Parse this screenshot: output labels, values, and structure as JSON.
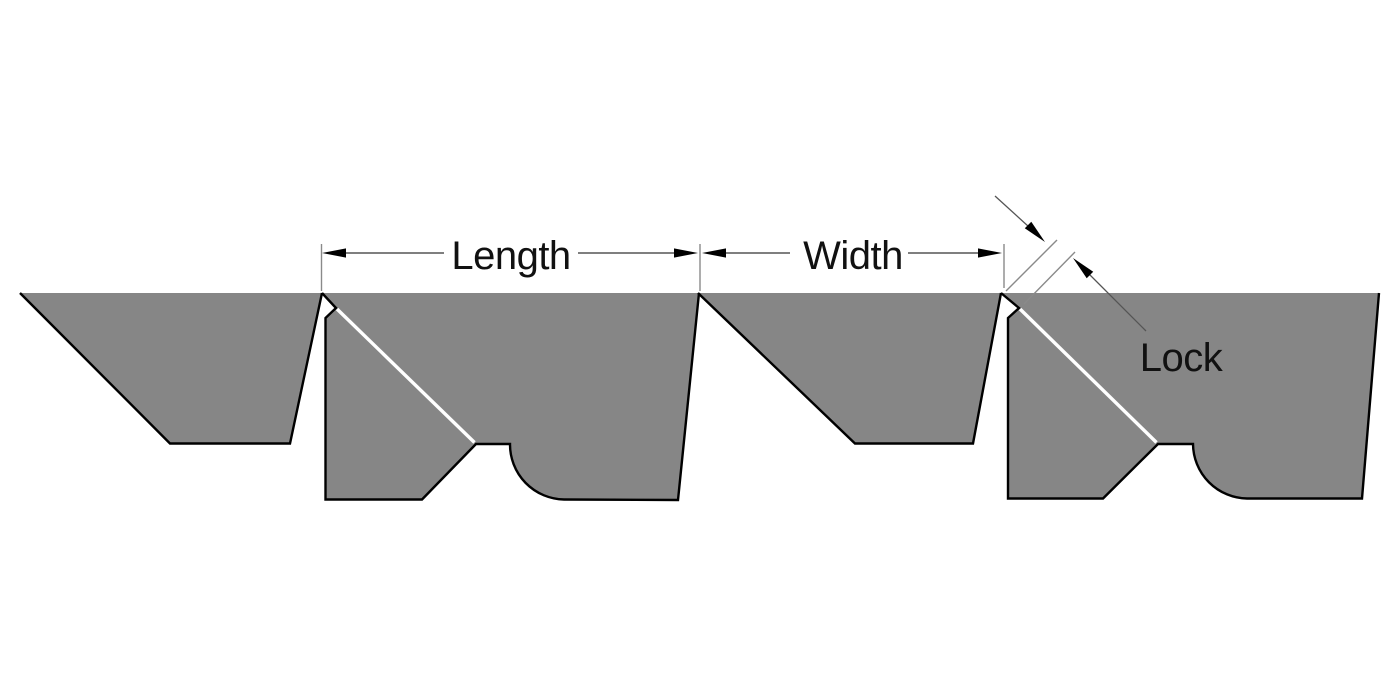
{
  "figure": {
    "kind": "dimensioned-profile-diagram",
    "plank_profiles_visible": 4
  },
  "dimensions": {
    "length": {
      "label": "Length",
      "kind": "linear-dimension",
      "orientation": "horizontal"
    },
    "width": {
      "label": "Width",
      "kind": "linear-dimension",
      "orientation": "horizontal"
    },
    "lock": {
      "label": "Lock",
      "kind": "leader-dimension",
      "orientation": "diagonal"
    }
  },
  "colors": {
    "background": "#ffffff",
    "plank_fill": "#868686",
    "plank_outline": "#000000",
    "joint_line": "#ffffff",
    "dim_line": "#333333",
    "ext_line": "#8a8a8a",
    "leader_line": "#555555",
    "arrow": "#000000",
    "text": "#111111"
  }
}
